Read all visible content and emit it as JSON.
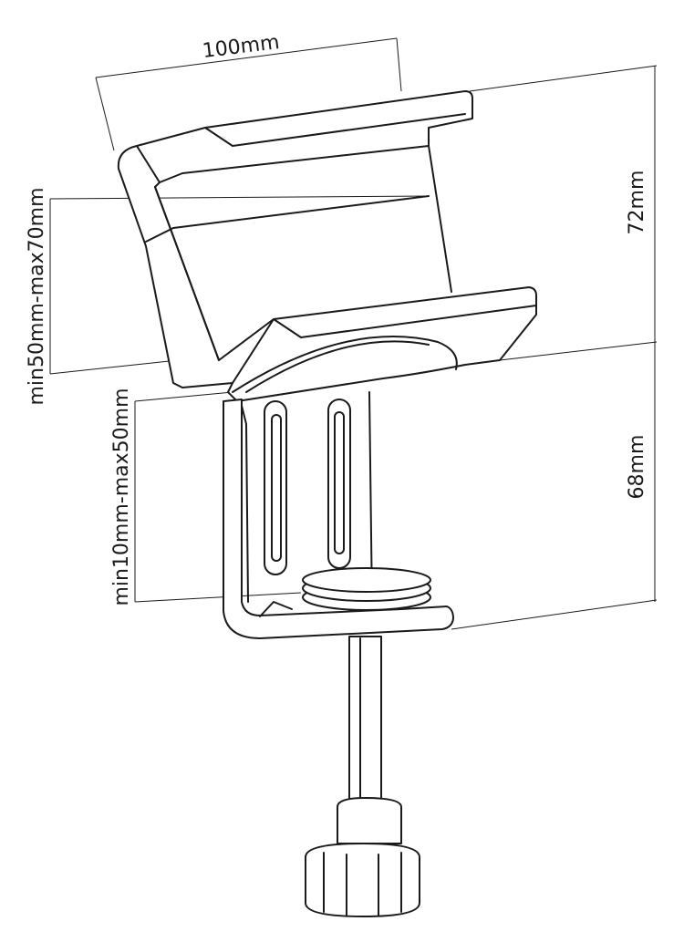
{
  "dimensions": {
    "width": "100mm",
    "upper_height": "72mm",
    "lower_height": "68mm",
    "upper_clamp_range": "min50mm-max70mm",
    "lower_clamp_range": "min10mm-max50mm"
  },
  "colors": {
    "line": "#1a1a1a",
    "background": "#ffffff"
  }
}
